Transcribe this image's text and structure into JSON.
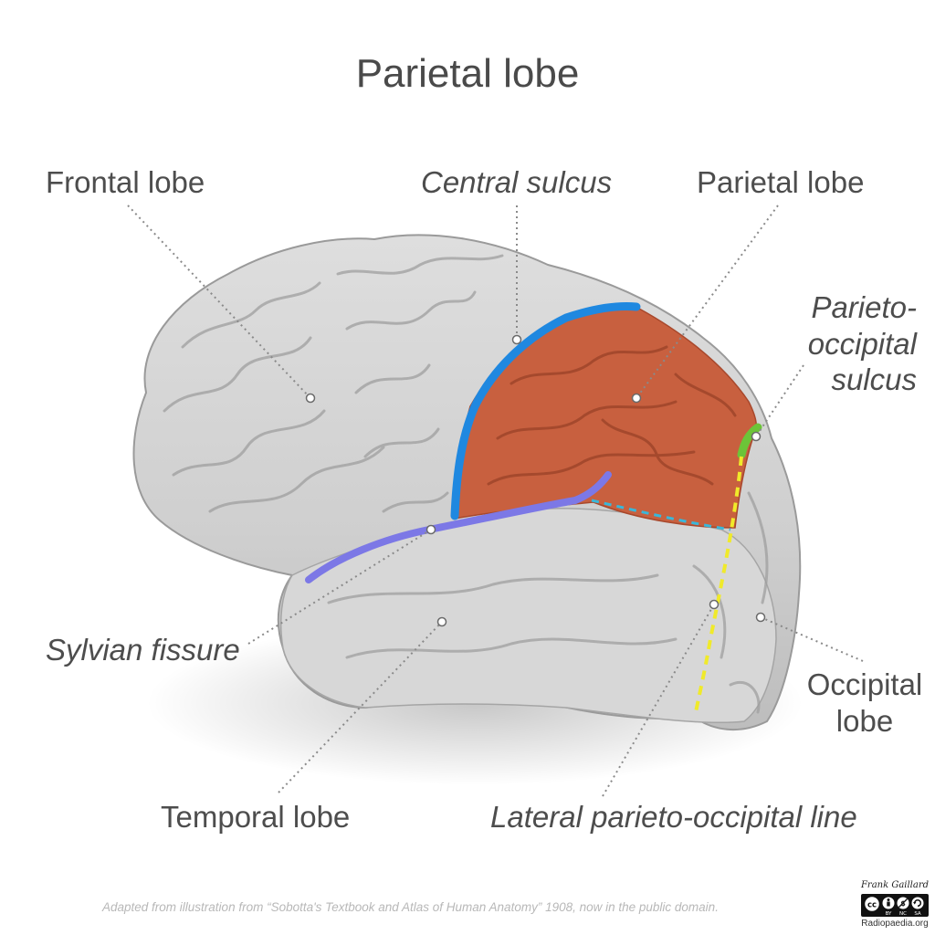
{
  "title": "Parietal lobe",
  "labels": {
    "frontal_lobe": "Frontal lobe",
    "central_sulcus": "Central sulcus",
    "parietal_lobe": "Parietal lobe",
    "parieto_occipital_sulcus": [
      "Parieto-",
      "occipital",
      "sulcus"
    ],
    "sylvian_fissure": "Sylvian fissure",
    "occipital_lobe": [
      "Occipital",
      "lobe"
    ],
    "temporal_lobe": "Temporal lobe",
    "lateral_parieto_occipital_line": "Lateral parieto-occipital line"
  },
  "credit": "Adapted from illustration from “Sobotta's Textbook and Atlas of Human Anatomy” 1908, now in the public domain.",
  "badge": {
    "author": "Frank Gaillard",
    "license_marks": [
      "BY",
      "NC",
      "SA"
    ],
    "site": "Radiopaedia.org"
  },
  "colors": {
    "parietal_region": "#c8603f",
    "central_sulcus": "#1f88e0",
    "sylvian_fissure": "#7c78e6",
    "parieto_occipital_sulcus": "#6cc438",
    "lateral_line": "#f0ea2a",
    "boundary_dashed": "#3ab7d9",
    "leader_dots": "#8a8a8a"
  }
}
